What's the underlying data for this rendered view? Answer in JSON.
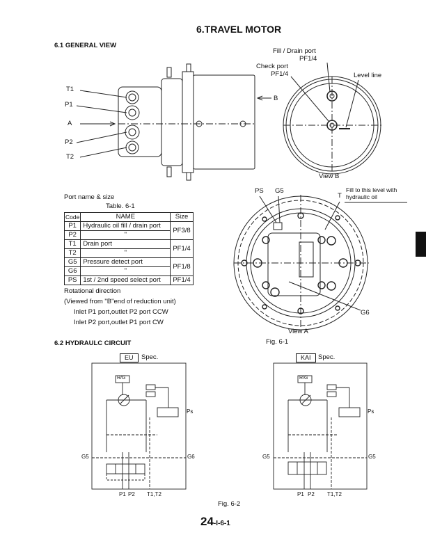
{
  "title": "6.TRAVEL MOTOR",
  "section1": "6.1 GENERAL VIEW",
  "general_view": {
    "labels": {
      "t1": "T1",
      "p1": "P1",
      "a": "A",
      "p2": "P2",
      "t2": "T2",
      "b": "B"
    }
  },
  "view_b": {
    "fill_drain": "Fill / Drain port",
    "fill_drain_size": "PF1/4",
    "check": "Check port",
    "check_size": "PF1/4",
    "level": "Level line",
    "caption": "View  B"
  },
  "port_table": {
    "heading": "Port name & size",
    "caption": "Table. 6-1",
    "headers": [
      "Code",
      "NAME",
      "Size"
    ],
    "rows": [
      {
        "code": "P1",
        "name": "Hydraulic oil fill / drain port"
      },
      {
        "code": "P2",
        "name": "\""
      },
      {
        "code": "T1",
        "name": "Drain port"
      },
      {
        "code": "T2",
        "name": "\""
      },
      {
        "code": "G5",
        "name": "Pressure detect port"
      },
      {
        "code": "G6",
        "name": "\""
      },
      {
        "code": "PS",
        "name": "1st / 2nd speed select port"
      }
    ],
    "sizes": [
      "PF3/8",
      "PF1/4",
      "PF1/8",
      "PF1/4"
    ]
  },
  "rotation": {
    "title": "Rotational direction",
    "sub": "(Viewed from \"B\"end of reduction unit)",
    "line1": "Inlet P1 port,outlet P2 port  CCW",
    "line2": "Inlet P2 port,outlet P1 port  CW"
  },
  "view_a": {
    "ps": "PS",
    "g5": "G5",
    "t": "T",
    "fill1": "Fill to this level with",
    "fill2": "hydraulic oil",
    "g6": "G6",
    "caption": "View  A",
    "fig": "Fig. 6-1"
  },
  "section2": "6.2 HYDRAULC CIRCUIT",
  "circuit_eu": {
    "tag": "EU",
    "spec": "Spec.",
    "rg": "R/G",
    "ps": "Ps",
    "g5": "G5",
    "g6": "G6",
    "p1": "P1",
    "p2": "P2",
    "t": "T1,T2"
  },
  "circuit_kai": {
    "tag": "KAI",
    "spec": "Spec.",
    "rg": "R/G",
    "ps": "Ps",
    "g5": "G5",
    "g6": "G5",
    "p1": "P1",
    "p2": "P2",
    "t": "T1,T2"
  },
  "fig2": "Fig. 6-2",
  "page_number": "24",
  "page_suffix": "-I-6-1"
}
